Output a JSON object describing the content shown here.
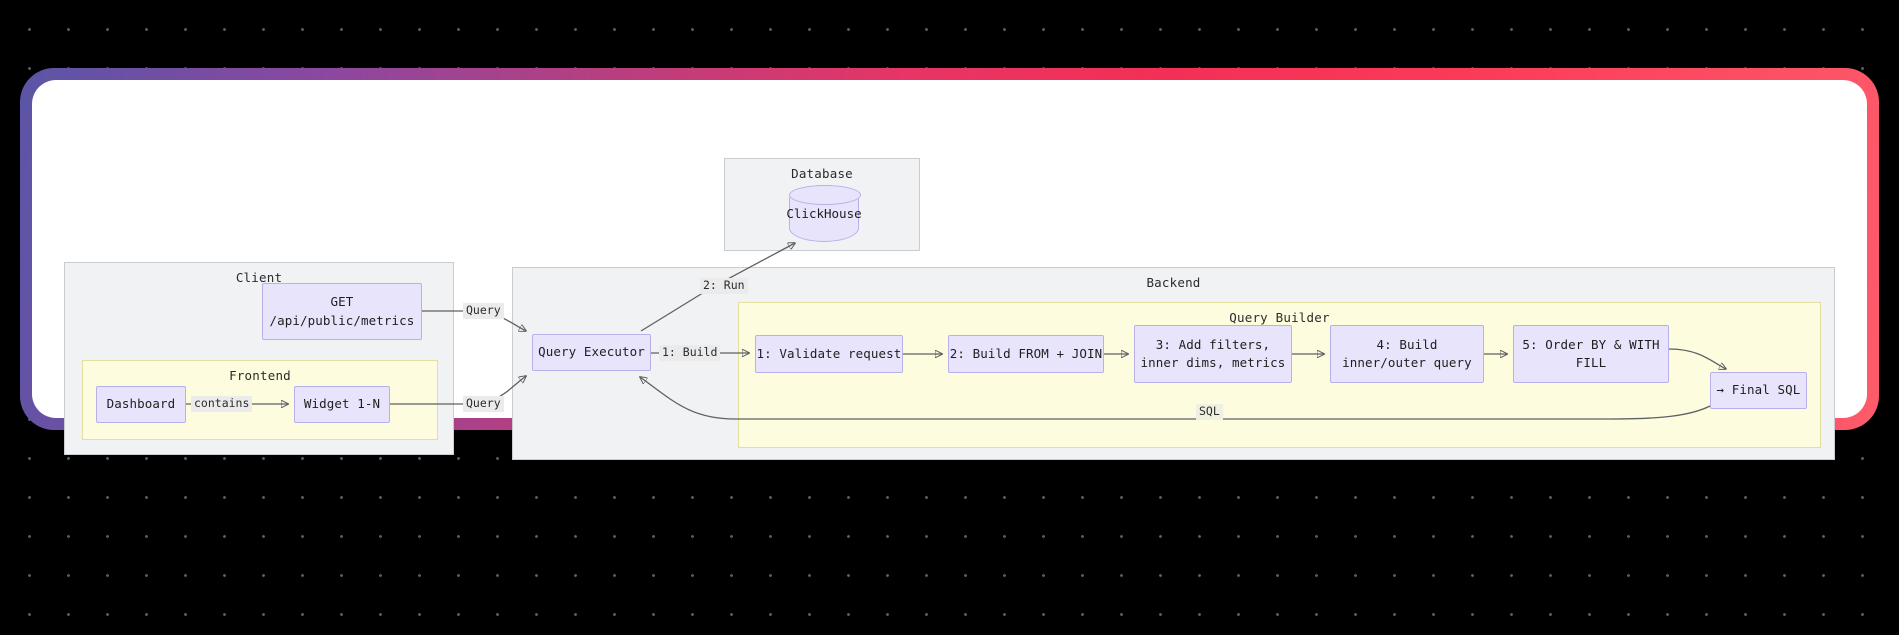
{
  "theme": {
    "page_background": "#000000",
    "dot_color": "#5a5a5a",
    "card_background": "#ffffff",
    "frame_gradient_start": "#5b55a6",
    "frame_gradient_end": "#fd5b6b",
    "group_fill": "#f1f2f4",
    "group_border": "#c9ccd1",
    "group_yellow_fill": "#fdfcdf",
    "group_yellow_border": "#e3dfa0",
    "node_fill": "#e8e4fb",
    "node_border": "#b8b0ea",
    "edge_color": "#5f6063",
    "edge_label_fill": "#ebebeb"
  },
  "diagram": {
    "type": "architecture-flow",
    "groups": [
      {
        "id": "database",
        "label": "Database"
      },
      {
        "id": "client",
        "label": "Client"
      },
      {
        "id": "frontend",
        "label": "Frontend"
      },
      {
        "id": "backend",
        "label": "Backend"
      },
      {
        "id": "query_builder",
        "label": "Query Builder"
      }
    ],
    "nodes": [
      {
        "id": "clickhouse",
        "label": "ClickHouse",
        "shape": "cylinder",
        "group": "database"
      },
      {
        "id": "get_endpoint",
        "label": "GET",
        "label2": "/api/public/metrics",
        "shape": "box",
        "group": "client"
      },
      {
        "id": "dashboard",
        "label": "Dashboard",
        "shape": "box",
        "group": "frontend"
      },
      {
        "id": "widget",
        "label": "Widget 1-N",
        "shape": "box",
        "group": "frontend"
      },
      {
        "id": "query_executor",
        "label": "Query Executor",
        "shape": "box",
        "group": "backend"
      },
      {
        "id": "step1",
        "label": "1: Validate request",
        "shape": "box",
        "group": "query_builder"
      },
      {
        "id": "step2",
        "label": "2: Build FROM + JOIN",
        "shape": "box",
        "group": "query_builder"
      },
      {
        "id": "step3",
        "label": "3: Add filters,",
        "label2": "inner dims, metrics",
        "shape": "box",
        "group": "query_builder"
      },
      {
        "id": "step4",
        "label": "4: Build",
        "label2": "inner/outer query",
        "shape": "box",
        "group": "query_builder"
      },
      {
        "id": "step5",
        "label": "5: Order BY & WITH",
        "label2": "FILL",
        "shape": "box",
        "group": "query_builder"
      },
      {
        "id": "final_sql",
        "label": "→ Final SQL",
        "shape": "box",
        "group": "query_builder"
      }
    ],
    "edges": [
      {
        "id": "e_dashboard_widget",
        "from": "dashboard",
        "to": "widget",
        "label": "contains"
      },
      {
        "id": "e_get_executor",
        "from": "get_endpoint",
        "to": "query_executor",
        "label": "Query"
      },
      {
        "id": "e_widget_executor",
        "from": "widget",
        "to": "query_executor",
        "label": "Query"
      },
      {
        "id": "e_executor_builder",
        "from": "query_executor",
        "to": "step1",
        "label": "1: Build"
      },
      {
        "id": "e_executor_clickhouse",
        "from": "query_executor",
        "to": "clickhouse",
        "label": "2: Run"
      },
      {
        "id": "e_step1_step2",
        "from": "step1",
        "to": "step2",
        "label": ""
      },
      {
        "id": "e_step2_step3",
        "from": "step2",
        "to": "step3",
        "label": ""
      },
      {
        "id": "e_step3_step4",
        "from": "step3",
        "to": "step4",
        "label": ""
      },
      {
        "id": "e_step4_step5",
        "from": "step4",
        "to": "step5",
        "label": ""
      },
      {
        "id": "e_step5_final",
        "from": "step5",
        "to": "final_sql",
        "label": ""
      },
      {
        "id": "e_final_executor",
        "from": "final_sql",
        "to": "query_executor",
        "label": "SQL"
      }
    ]
  }
}
